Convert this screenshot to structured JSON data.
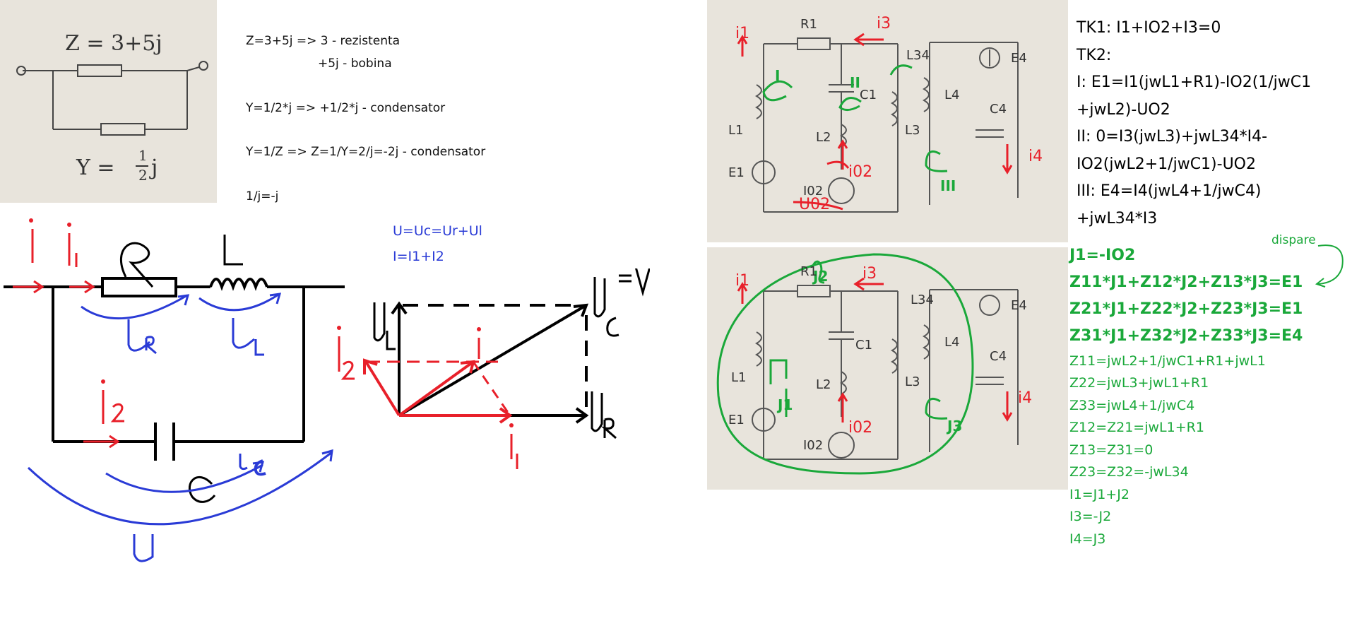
{
  "topleft_photo": {
    "z_label": "Z = 3+5j",
    "y_label_prefix": "Y =",
    "y_label_num": "1",
    "y_label_den": "2",
    "y_label_j": "j"
  },
  "impedance_notes": {
    "line1": "Z=3+5j => 3 - rezistenta",
    "line2": "+5j - bobina",
    "line3": "Y=1/2*j => +1/2*j - condensator",
    "line4": "Y=1/Z => Z=1/Y=2/j=-2j - condensator",
    "line5": "1/j=-j"
  },
  "rlc_circuit": {
    "label_R": "R",
    "label_L": "L",
    "label_C": "C",
    "label_UR": "UR",
    "label_UL": "UL",
    "label_UC": "UC",
    "label_U": "U",
    "label_i": "i",
    "label_i1": "i1",
    "label_i2": "i2"
  },
  "phasor": {
    "eq1": "U=Uc=Ur+Ul",
    "eq2": "I=I1+I2",
    "label_UL": "UL",
    "label_UR": "UR",
    "label_UC": "UC=U",
    "label_i": "i",
    "label_i1": "i1",
    "label_i2": "i2"
  },
  "circuit_photo_top": {
    "labels": [
      "R1",
      "i3",
      "i1",
      "L34",
      "E4",
      "C1",
      "L1",
      "L2",
      "L3",
      "L4",
      "C4",
      "E1",
      "I02",
      "U02",
      "i02",
      "i4",
      "I",
      "II",
      "III"
    ]
  },
  "circuit_photo_bottom": {
    "labels": [
      "R1",
      "J2",
      "i3",
      "i1",
      "L34",
      "E4",
      "C1",
      "L1",
      "L2",
      "L3",
      "L4",
      "C4",
      "E1",
      "I02",
      "i02",
      "i4",
      "J1",
      "J3"
    ]
  },
  "kirchhoff": {
    "line1": "TK1: I1+IO2+I3=0",
    "line2": "TK2:",
    "line3": "I: E1=I1(jwL1+R1)-IO2(1/jwC1",
    "line4": "+jwL2)-UO2",
    "line5": "II: 0=I3(jwL3)+jwL34*I4-",
    "line6": "IO2(jwL2+1/jwC1)-UO2",
    "line7": "III: E4=I4(jwL4+1/jwC4)",
    "line8": "+jwL34*I3"
  },
  "mesh": {
    "dispare": "dispare",
    "big": [
      "J1=-IO2",
      "Z11*J1+Z12*J2+Z13*J3=E1",
      "Z21*J1+Z22*J2+Z23*J3=E1",
      "Z31*J1+Z32*J2+Z33*J3=E4"
    ],
    "small": [
      "Z11=jwL2+1/jwC1+R1+jwL1",
      "Z22=jwL3+jwL1+R1",
      "Z33=jwL4+1/jwC4",
      "Z12=Z21=jwL1+R1",
      "Z13=Z31=0",
      "Z23=Z32=-jwL34",
      "I1=J1+J2",
      "I3=-J2",
      "I4=J3"
    ]
  },
  "colors": {
    "red": "#e8202a",
    "blue": "#2a3bd6",
    "green": "#1aa83a",
    "photo_bg": "#e8e4dc"
  }
}
